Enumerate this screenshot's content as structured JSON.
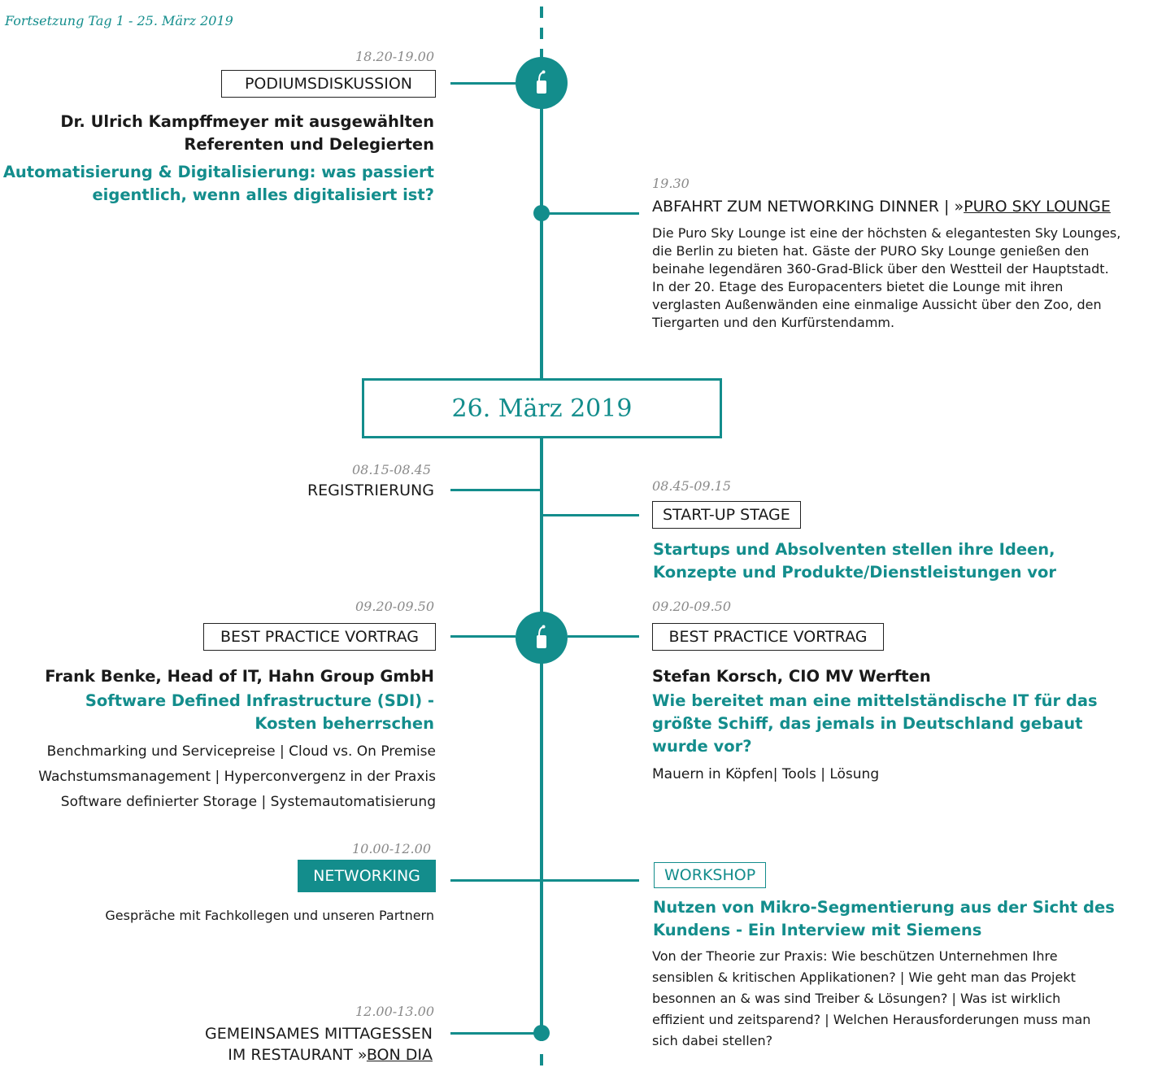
{
  "header": {
    "continuation": "Fortsetzung Tag 1 - 25. März 2019"
  },
  "day2": {
    "date": "26. März 2019"
  },
  "left": {
    "podium": {
      "time": "18.20-19.00",
      "label": "PODIUMSDISKUSSION",
      "speaker_line1": "Dr. Ulrich Kampffmeyer mit ausgewählten",
      "speaker_line2": "Referenten und Delegierten",
      "title_line1": "Automatisierung & Digitalisierung: was passiert",
      "title_line2": "eigentlich, wenn alles digitalisiert ist?"
    },
    "registrierung": {
      "time": "08.15-08.45",
      "label": "REGISTRIERUNG"
    },
    "best_practice": {
      "time": "09.20-09.50",
      "label": "BEST PRACTICE VORTRAG",
      "speaker": "Frank Benke, Head of IT, Hahn Group GmbH",
      "title_line1": "Software Defined Infrastructure  (SDI) -",
      "title_line2": "Kosten beherrschen",
      "topics": [
        "Benchmarking und Servicepreise | Cloud vs. On Premise",
        "Wachstumsmanagement | Hyperconvergenz in der Praxis",
        "Software definierter Storage | Systemautomatisierung"
      ]
    },
    "networking": {
      "time": "10.00-12.00",
      "label": "NETWORKING",
      "description": "Gespräche mit Fachkollegen und unseren Partnern"
    },
    "lunch": {
      "time": "12.00-13.00",
      "line1": "GEMEINSAMES MITTAGESSEN",
      "line2_prefix": "IM RESTAURANT »",
      "line2_link": "BON DIA"
    }
  },
  "right": {
    "dinner": {
      "time": "19.30",
      "label_prefix": "ABFAHRT ZUM NETWORKING DINNER | »",
      "label_link": "PURO SKY LOUNGE",
      "description": [
        "Die Puro Sky Lounge ist eine der höchsten & elegantesten Sky Lounges,",
        "die Berlin zu bieten hat. Gäste der PURO Sky Lounge genießen den",
        "beinahe legendären 360-Grad-Blick über den Westteil der Hauptstadt.",
        "In der 20. Etage des Europacenters bietet die Lounge mit ihren",
        "verglasten Außenwänden eine einmalige Aussicht über den Zoo, den",
        "Tiergarten und den Kurfürstendamm."
      ]
    },
    "startup": {
      "time": "08.45-09.15",
      "label": "START-UP STAGE",
      "title_line1": "Startups und Absolventen stellen ihre Ideen,",
      "title_line2": "Konzepte und Produkte/Dienstleistungen vor"
    },
    "best_practice": {
      "time": "09.20-09.50",
      "label": "BEST PRACTICE VORTRAG",
      "speaker": "Stefan Korsch, CIO MV Werften",
      "title_line1": "Wie bereitet man eine mittelständische IT für das",
      "title_line2": "größte Schiff, das jemals in Deutschland gebaut",
      "title_line3": "wurde vor?",
      "topics": "Mauern in Köpfen| Tools | Lösung"
    },
    "workshop": {
      "label": "WORKSHOP",
      "title_line1": "Nutzen von Mikro-Segmentierung aus der Sicht des",
      "title_line2": "Kundens - Ein Interview mit Siemens",
      "description": [
        "Von der Theorie zur Praxis: Wie beschützen Unternehmen Ihre",
        "sensiblen & kritischen Applikationen? | Wie geht man das Projekt",
        "besonnen an & was sind Treiber & Lösungen? | Was ist wirklich",
        "effizient und zeitsparend? | Welchen Herausforderungen muss man",
        "sich dabei stellen?"
      ]
    }
  },
  "icons": [
    "microphone-icon"
  ],
  "colors": {
    "accent": "#138d8c",
    "text": "#1a1a1a",
    "time": "#8a8a8a"
  }
}
